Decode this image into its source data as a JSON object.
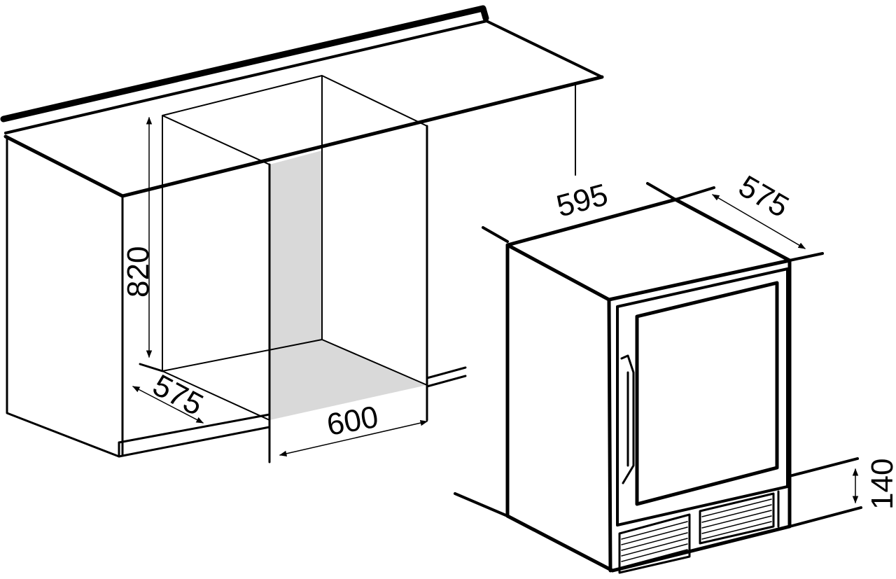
{
  "diagram": {
    "niche_height": "820",
    "niche_depth": "575",
    "niche_width": "600",
    "appliance_width": "595",
    "appliance_depth": "575",
    "plinth_height": "140"
  },
  "colors": {
    "line": "#000000",
    "shade": "#d9d9d9"
  }
}
